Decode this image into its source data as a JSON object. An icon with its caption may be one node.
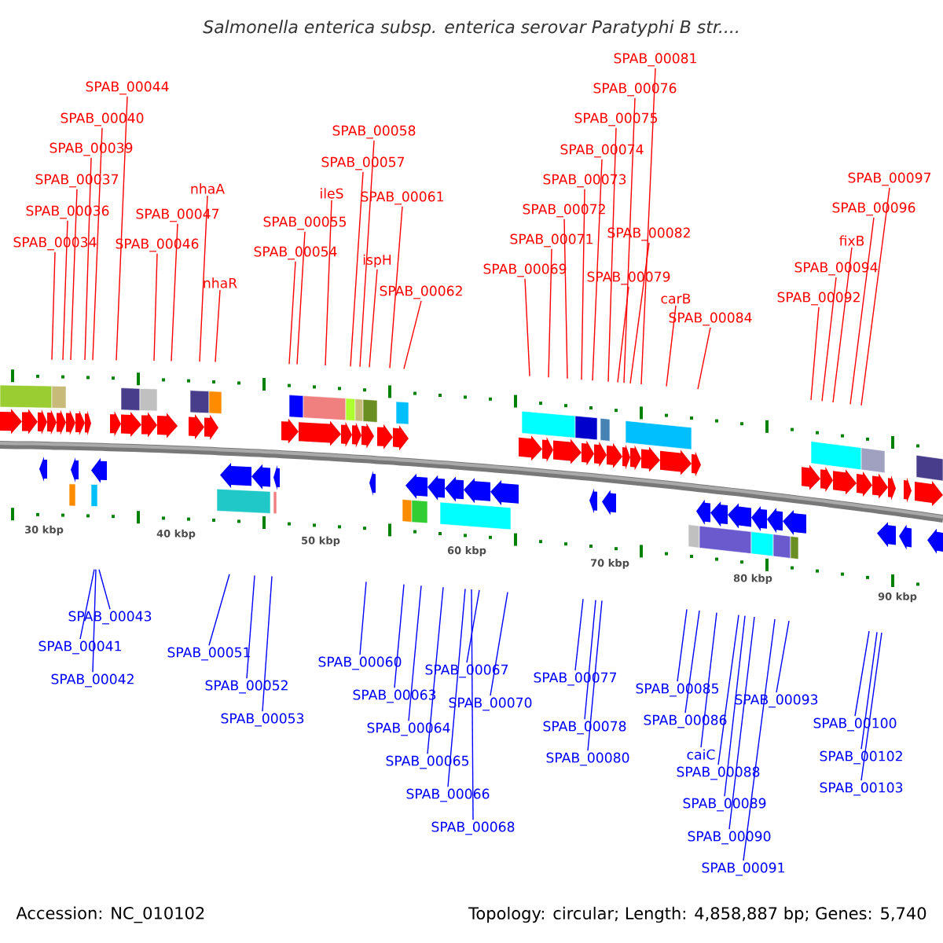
{
  "diagram": {
    "title": "Salmonella enterica subsp. enterica serovar Paratyphi B str....",
    "nodes": [
      {
        "text": [
          "SPAB_00044"
        ]
      },
      {
        "text": [
          "SPAB_00040"
        ]
      },
      {
        "text": [
          "SPAB_00039"
        ]
      },
      {
        "text": [
          "SPAB_00037"
        ]
      },
      {
        "text": [
          "SPAB_00036"
        ]
      },
      {
        "text": [
          "SPAB_00034"
        ]
      },
      {
        "text": [
          "SPAB_00046"
        ]
      },
      {
        "text": [
          "SPAB_00047"
        ]
      },
      {
        "text": [
          "nhaA"
        ]
      },
      {
        "text": [
          "nhaR"
        ]
      },
      {
        "text": [
          "SPAB_00058"
        ]
      },
      {
        "text": [
          "SPAB_00057"
        ]
      },
      {
        "text": [
          "ileS"
        ]
      },
      {
        "text": [
          "SPAB_00061"
        ]
      },
      {
        "text": [
          "SPAB_00055"
        ]
      },
      {
        "text": [
          "SPAB_00054"
        ]
      },
      {
        "text": [
          "ispH"
        ]
      },
      {
        "text": [
          "SPAB_00062"
        ]
      },
      {
        "text": [
          "SPAB_00081"
        ]
      },
      {
        "text": [
          "SPAB_00076"
        ]
      },
      {
        "text": [
          "SPAB_00075"
        ]
      },
      {
        "text": [
          "SPAB_00074"
        ]
      },
      {
        "text": [
          "SPAB_00073"
        ]
      },
      {
        "text": [
          "SPAB_00072"
        ]
      },
      {
        "text": [
          "SPAB_00071"
        ]
      },
      {
        "text": [
          "SPAB_00069"
        ]
      },
      {
        "text": [
          "SPAB_00082"
        ]
      },
      {
        "text": [
          "SPAB_00079"
        ]
      },
      {
        "text": [
          "carB"
        ]
      },
      {
        "text": [
          "SPAB_00084"
        ]
      },
      {
        "text": [
          "SPAB_00097"
        ]
      },
      {
        "text": [
          "SPAB_00096"
        ]
      },
      {
        "text": [
          "fixB"
        ]
      },
      {
        "text": [
          "SPAB_00094"
        ]
      },
      {
        "text": [
          "SPAB_00092"
        ]
      },
      {
        "text": [
          "SPAB_00043"
        ]
      },
      {
        "text": [
          "SPAB_00041"
        ]
      },
      {
        "text": [
          "SPAB_00042"
        ]
      },
      {
        "text": [
          "SPAB_00051"
        ]
      },
      {
        "text": [
          "SPAB_00052"
        ]
      },
      {
        "text": [
          "SPAB_00053"
        ]
      },
      {
        "text": [
          "SPAB_00060"
        ]
      },
      {
        "text": [
          "SPAB_00063"
        ]
      },
      {
        "text": [
          "SPAB_00064"
        ]
      },
      {
        "text": [
          "SPAB_00065"
        ]
      },
      {
        "text": [
          "SPAB_00066"
        ]
      },
      {
        "text": [
          "SPAB_00067"
        ]
      },
      {
        "text": [
          "SPAB_00068"
        ]
      },
      {
        "text": [
          "SPAB_00070"
        ]
      },
      {
        "text": [
          "SPAB_00077"
        ]
      },
      {
        "text": [
          "SPAB_00078"
        ]
      },
      {
        "text": [
          "SPAB_00080"
        ]
      },
      {
        "text": [
          "SPAB_00085"
        ]
      },
      {
        "text": [
          "SPAB_00086"
        ]
      },
      {
        "text": [
          "caiC"
        ]
      },
      {
        "text": [
          "SPAB_00088"
        ]
      },
      {
        "text": [
          "SPAB_00089"
        ]
      },
      {
        "text": [
          "SPAB_00090"
        ]
      },
      {
        "text": [
          "SPAB_00091"
        ]
      },
      {
        "text": [
          "SPAB_00093"
        ]
      },
      {
        "text": [
          "SPAB_00100"
        ]
      },
      {
        "text": [
          "SPAB_00102"
        ]
      },
      {
        "text": [
          "SPAB_00103"
        ]
      }
    ],
    "edges": [
      {
        "from": 0,
        "to": null,
        "arrow": "none"
      },
      {
        "from": 1,
        "to": null,
        "arrow": "none"
      },
      {
        "from": 2,
        "to": null,
        "arrow": "none"
      },
      {
        "from": 3,
        "to": null,
        "arrow": "none"
      },
      {
        "from": 4,
        "to": null,
        "arrow": "none"
      },
      {
        "from": 5,
        "to": null,
        "arrow": "none"
      },
      {
        "from": 6,
        "to": null,
        "arrow": "none"
      },
      {
        "from": 7,
        "to": null,
        "arrow": "none"
      },
      {
        "from": 8,
        "to": null,
        "arrow": "none"
      },
      {
        "from": 9,
        "to": null,
        "arrow": "none"
      },
      {
        "from": 10,
        "to": null,
        "arrow": "none"
      },
      {
        "from": 11,
        "to": null,
        "arrow": "none"
      },
      {
        "from": 12,
        "to": null,
        "arrow": "none"
      },
      {
        "from": 13,
        "to": null,
        "arrow": "none"
      },
      {
        "from": 14,
        "to": null,
        "arrow": "none"
      },
      {
        "from": 15,
        "to": null,
        "arrow": "none"
      },
      {
        "from": 16,
        "to": null,
        "arrow": "none"
      },
      {
        "from": 17,
        "to": null,
        "arrow": "none"
      },
      {
        "from": 18,
        "to": null,
        "arrow": "none"
      },
      {
        "from": 19,
        "to": null,
        "arrow": "none"
      },
      {
        "from": 20,
        "to": null,
        "arrow": "none"
      },
      {
        "from": 21,
        "to": null,
        "arrow": "none"
      },
      {
        "from": 22,
        "to": null,
        "arrow": "none"
      },
      {
        "from": 23,
        "to": null,
        "arrow": "none"
      },
      {
        "from": 24,
        "to": null,
        "arrow": "none"
      },
      {
        "from": 25,
        "to": null,
        "arrow": "none"
      },
      {
        "from": 26,
        "to": null,
        "arrow": "none"
      },
      {
        "from": 27,
        "to": null,
        "arrow": "none"
      },
      {
        "from": 28,
        "to": null,
        "arrow": "none"
      },
      {
        "from": 29,
        "to": null,
        "arrow": "none"
      },
      {
        "from": 30,
        "to": null,
        "arrow": "none"
      },
      {
        "from": 31,
        "to": null,
        "arrow": "none"
      },
      {
        "from": 32,
        "to": null,
        "arrow": "none"
      },
      {
        "from": 33,
        "to": null,
        "arrow": "none"
      },
      {
        "from": 34,
        "to": null,
        "arrow": "none"
      },
      {
        "from": 35,
        "to": null,
        "arrow": "none",
        "color": "#0000ff"
      },
      {
        "from": 36,
        "to": null,
        "arrow": "none",
        "color": "#0000ff"
      },
      {
        "from": 37,
        "to": null,
        "arrow": "none",
        "color": "#0000ff"
      },
      {
        "from": 38,
        "to": null,
        "arrow": "none",
        "color": "#0000ff"
      },
      {
        "from": 39,
        "to": null,
        "arrow": "none",
        "color": "#0000ff"
      },
      {
        "from": 40,
        "to": null,
        "arrow": "none",
        "color": "#0000ff"
      },
      {
        "from": 41,
        "to": null,
        "arrow": "none",
        "color": "#0000ff"
      },
      {
        "from": 42,
        "to": null,
        "arrow": "none",
        "color": "#0000ff"
      },
      {
        "from": 43,
        "to": null,
        "arrow": "none",
        "color": "#0000ff"
      },
      {
        "from": 44,
        "to": null,
        "arrow": "none",
        "color": "#0000ff"
      },
      {
        "from": 45,
        "to": null,
        "arrow": "none",
        "color": "#0000ff"
      },
      {
        "from": 46,
        "to": null,
        "arrow": "none",
        "color": "#0000ff"
      },
      {
        "from": 47,
        "to": null,
        "arrow": "none",
        "color": "#0000ff"
      },
      {
        "from": 48,
        "to": null,
        "arrow": "none",
        "color": "#0000ff"
      },
      {
        "from": 49,
        "to": null,
        "arrow": "none",
        "color": "#0000ff"
      },
      {
        "from": 50,
        "to": null,
        "arrow": "none",
        "color": "#0000ff"
      },
      {
        "from": 51,
        "to": null,
        "arrow": "none",
        "color": "#0000ff"
      },
      {
        "from": 52,
        "to": null,
        "arrow": "none",
        "color": "#0000ff"
      },
      {
        "from": 53,
        "to": null,
        "arrow": "none",
        "color": "#0000ff"
      },
      {
        "from": 54,
        "to": null,
        "arrow": "none",
        "color": "#0000ff"
      },
      {
        "from": 55,
        "to": null,
        "arrow": "none",
        "color": "#0000ff"
      },
      {
        "from": 56,
        "to": null,
        "arrow": "none",
        "color": "#0000ff"
      },
      {
        "from": 57,
        "to": null,
        "arrow": "none",
        "color": "#0000ff"
      },
      {
        "from": 58,
        "to": null,
        "arrow": "none",
        "color": "#0000ff"
      },
      {
        "from": 59,
        "to": null,
        "arrow": "none",
        "color": "#0000ff"
      },
      {
        "from": 60,
        "to": null,
        "arrow": "none",
        "color": "#0000ff"
      },
      {
        "from": 61,
        "to": null,
        "arrow": "none",
        "color": "#0000ff"
      },
      {
        "from": 62,
        "to": null,
        "arrow": "none",
        "color": "#0000ff"
      }
    ],
    "labels": [
      "30 kbp",
      "40 kbp",
      "50 kbp",
      "60 kbp",
      "70 kbp",
      "80 kbp",
      "90 kbp",
      "Accession: NC_010102",
      "Topology: circular; Length: 4,858,887 bp; Genes: 5,740"
    ]
  }
}
